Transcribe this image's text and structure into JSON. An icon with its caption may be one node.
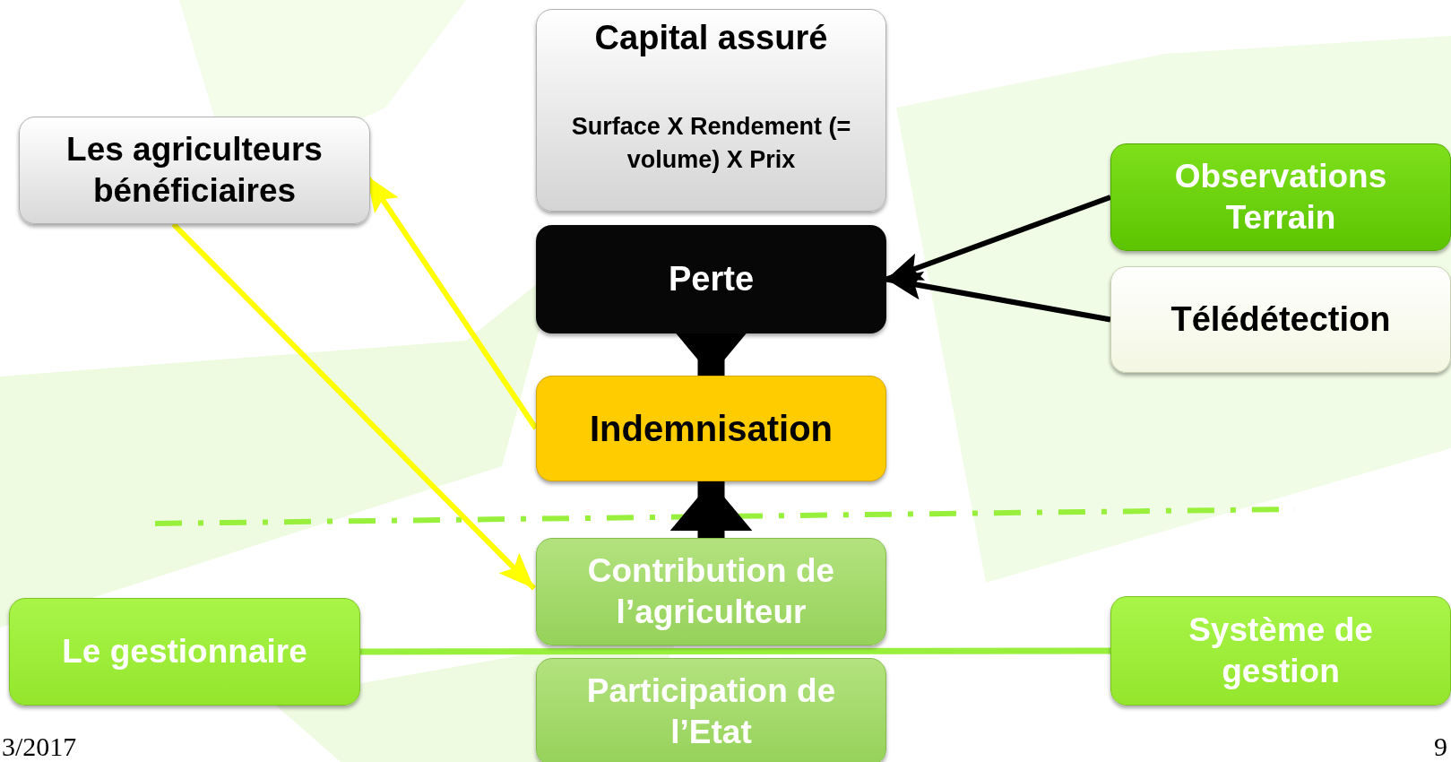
{
  "diagram": {
    "nodes": [
      {
        "text": [
          "Capital assuré",
          "Surface X Rendement (= volume) X Prix"
        ]
      },
      {
        "text": [
          "Les agriculteurs bénéficiaires"
        ]
      },
      {
        "text": [
          "Observations Terrain"
        ]
      },
      {
        "text": [
          "Perte"
        ]
      },
      {
        "text": [
          "Télédétection"
        ]
      },
      {
        "text": [
          "Indemnisation"
        ]
      },
      {
        "text": [
          "Contribution de l’agriculteur"
        ]
      },
      {
        "text": [
          "Le gestionnaire"
        ]
      },
      {
        "text": [
          "Système de gestion"
        ]
      },
      {
        "text": [
          "Participation de l’Etat"
        ]
      }
    ],
    "edges": [
      {
        "from": 2,
        "to": 3,
        "arrow": "to"
      },
      {
        "from": 4,
        "to": 3,
        "arrow": "to"
      },
      {
        "from": 3,
        "to": 5,
        "arrow": "to",
        "style": "thick"
      },
      {
        "from": 6,
        "to": 5,
        "arrow": "to",
        "style": "thick"
      },
      {
        "from": 5,
        "to": 1,
        "arrow": "to",
        "color": "#ffff00"
      },
      {
        "from": 1,
        "to": 6,
        "arrow": "to",
        "color": "#ffff00"
      },
      {
        "from": 7,
        "to": 8,
        "arrow": "none",
        "color": "#99f03c"
      }
    ],
    "labels": [
      "3/2017",
      "9"
    ]
  }
}
